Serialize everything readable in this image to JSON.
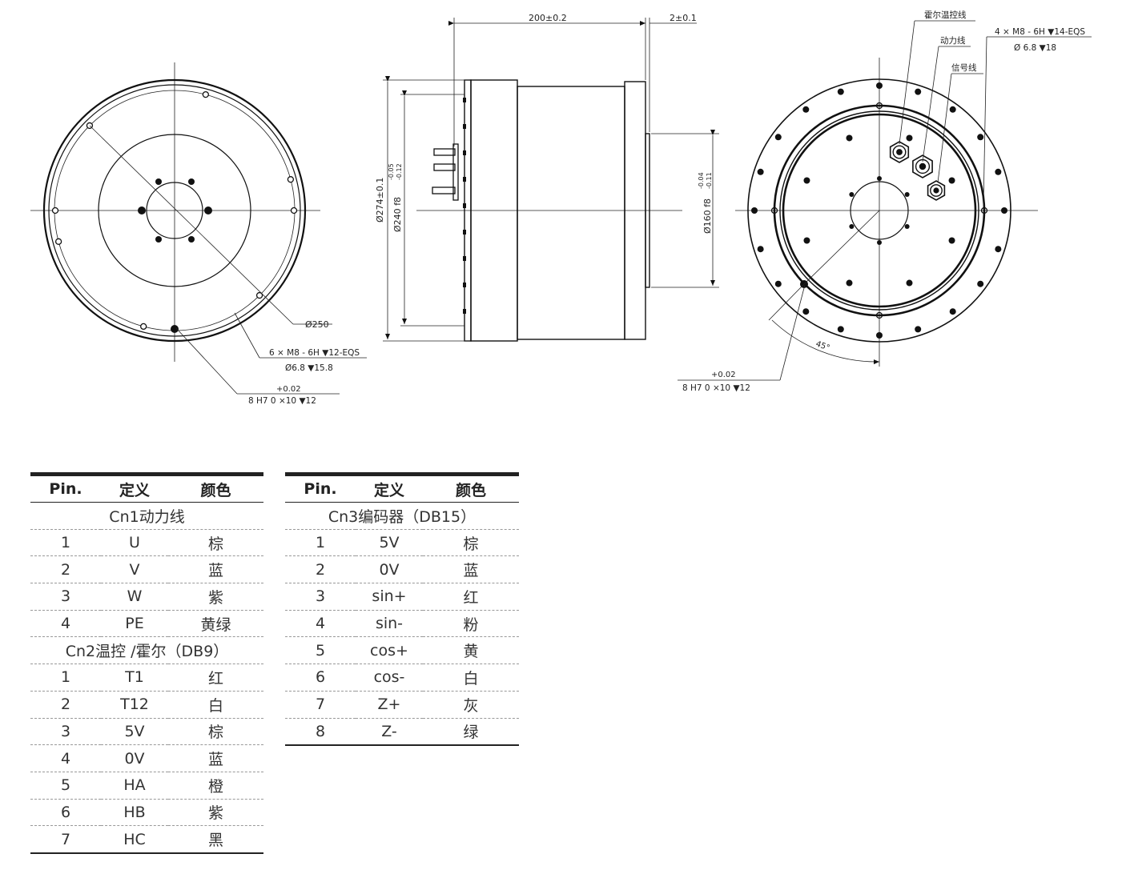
{
  "drawing": {
    "front_view": {
      "bore_label": "Ø250",
      "thread_line1": "6 × M8 - 6H ▼12-EQS",
      "thread_line2": "Ø6.8 ▼15.8",
      "pin_tol": "+0.02",
      "pin_line": "8 H7  0  ×10 ▼12"
    },
    "side_view": {
      "length_dim": "200±0.2",
      "flange_dim": "2±0.1",
      "od_dim": "Ø274±0.1",
      "pilot_dim": "Ø240 f8",
      "pilot_tol_upper": "-0.05",
      "pilot_tol_lower": "-0.12",
      "shaft_dim": "Ø160 f8",
      "shaft_tol_upper": "-0.04",
      "shaft_tol_lower": "-0.11"
    },
    "rear_view": {
      "hall_label": "霍尔温控线",
      "power_label": "动力线",
      "signal_label": "信号线",
      "thread_line1": "4 × M8 - 6H ▼14-EQS",
      "thread_line2": "Ø 6.8 ▼18",
      "angle_label": "45°",
      "pin_tol": "+0.02",
      "pin_line": "8 H7  0  ×10 ▼12"
    }
  },
  "table_left": {
    "headers": [
      "Pin.",
      "定义",
      "颜色"
    ],
    "section1": "Cn1动力线",
    "rows1": [
      [
        "1",
        "U",
        "棕"
      ],
      [
        "2",
        "V",
        "蓝"
      ],
      [
        "3",
        "W",
        "紫"
      ],
      [
        "4",
        "PE",
        "黄绿"
      ]
    ],
    "section2": "Cn2温控 /霍尔（DB9）",
    "rows2": [
      [
        "1",
        "T1",
        "红"
      ],
      [
        "2",
        "T12",
        "白"
      ],
      [
        "3",
        "5V",
        "棕"
      ],
      [
        "4",
        "0V",
        "蓝"
      ],
      [
        "5",
        "HA",
        "橙"
      ],
      [
        "6",
        "HB",
        "紫"
      ],
      [
        "7",
        "HC",
        "黑"
      ]
    ]
  },
  "table_right": {
    "headers": [
      "Pin.",
      "定义",
      "颜色"
    ],
    "section1": "Cn3编码器（DB15）",
    "rows1": [
      [
        "1",
        "5V",
        "棕"
      ],
      [
        "2",
        "0V",
        "蓝"
      ],
      [
        "3",
        "sin+",
        "红"
      ],
      [
        "4",
        "sin-",
        "粉"
      ],
      [
        "5",
        "cos+",
        "黄"
      ],
      [
        "6",
        "cos-",
        "白"
      ],
      [
        "7",
        "Z+",
        "灰"
      ],
      [
        "8",
        "Z-",
        "绿"
      ]
    ]
  }
}
